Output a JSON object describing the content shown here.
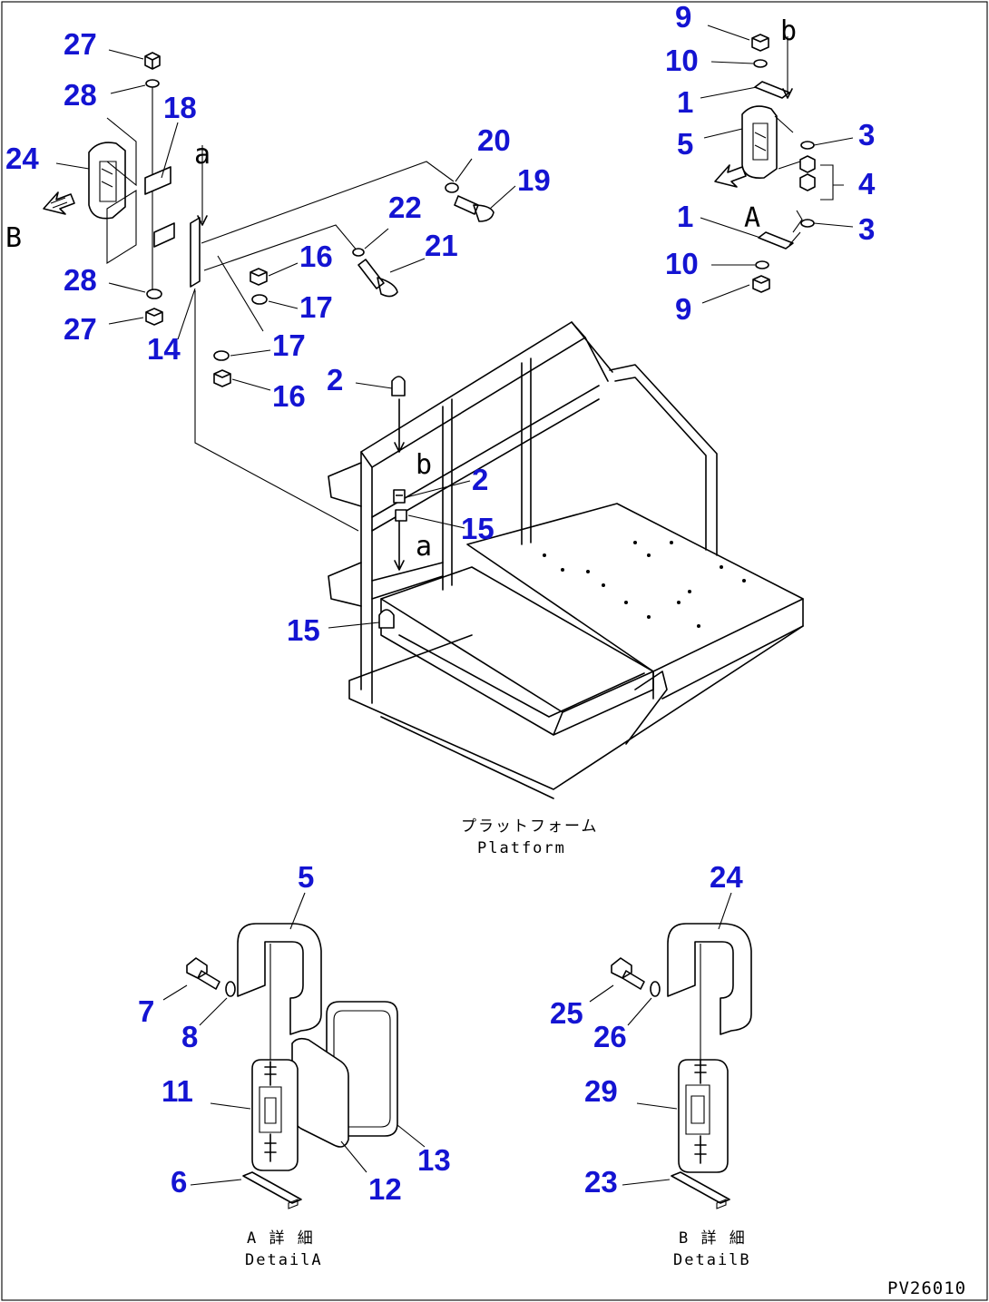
{
  "callouts": {
    "c27a": "27",
    "c28a": "28",
    "c18": "18",
    "c24a": "24",
    "c28b": "28",
    "c27b": "27",
    "c14": "14",
    "c20": "20",
    "c19": "19",
    "c22": "22",
    "c21": "21",
    "c16a": "16",
    "c17a": "17",
    "c17b": "17",
    "c16b": "16",
    "c9a": "9",
    "c10a": "10",
    "c1a": "1",
    "c5a": "5",
    "c3a": "3",
    "c4": "4",
    "c1b": "1",
    "c3b": "3",
    "c10b": "10",
    "c9b": "9",
    "c2a": "2",
    "c2b": "2",
    "c15a": "15",
    "c15b": "15",
    "c5b": "5",
    "c7": "7",
    "c8": "8",
    "c11": "11",
    "c13": "13",
    "c12": "12",
    "c6": "6",
    "c24b": "24",
    "c25": "25",
    "c26": "26",
    "c29": "29",
    "c23": "23"
  },
  "letters": {
    "B": "B",
    "a1": "a",
    "b1": "b",
    "A": "A",
    "b2": "b",
    "a2": "a"
  },
  "captions": {
    "platform_jp": "プラットフォーム",
    "platform_en": "Platform",
    "detailA_jp": "A 詳 細",
    "detailA_en": "DetailA",
    "detailB_jp": "B 詳 細",
    "detailB_en": "DetailB"
  },
  "page_id": "PV26010",
  "colors": {
    "callout": "#1414d2",
    "line": "#000000",
    "background": "#ffffff"
  }
}
